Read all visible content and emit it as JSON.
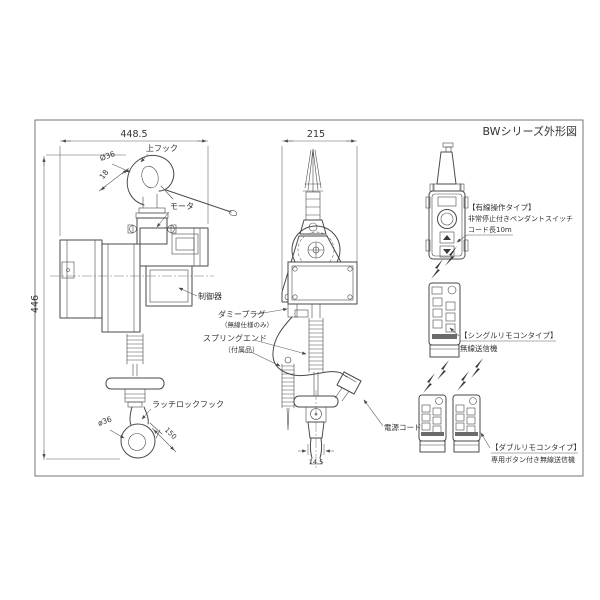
{
  "title": "BWシリーズ外形図",
  "colors": {
    "line": "#4a4a4a",
    "text": "#333333",
    "background": "#ffffff"
  },
  "side_view": {
    "dim_width": "448.5",
    "dim_height": "446",
    "top_hook_label": "上フック",
    "top_hook_dia": "Ø36",
    "top_hook_opening": "18",
    "motor_label": "モータ",
    "controller_label": "制御器",
    "bottom_hook_label": "ラッチロックフック",
    "bottom_hook_dia": "ø36",
    "bottom_hook_dim": "150"
  },
  "front_view": {
    "dim_width": "215",
    "dim_hook_width": "14.5",
    "dummy_plug_label": "ダミープラグ",
    "dummy_plug_note": "（無線仕様のみ）",
    "spring_end_label": "スプリングエンド",
    "spring_end_note": "（付属品）",
    "power_cord_label": "電源コード"
  },
  "pendant": {
    "type_label": "【有線操作タイプ】",
    "desc": "非常停止付きペンダントスイッチ",
    "cord_length": "コード長10m"
  },
  "single_remote": {
    "type_label": "【シングルリモコンタイプ】",
    "desc": "無線送信機"
  },
  "double_remote": {
    "type_label": "【ダブルリモコンタイプ】",
    "desc": "専用ボタン付き無線送信機"
  }
}
